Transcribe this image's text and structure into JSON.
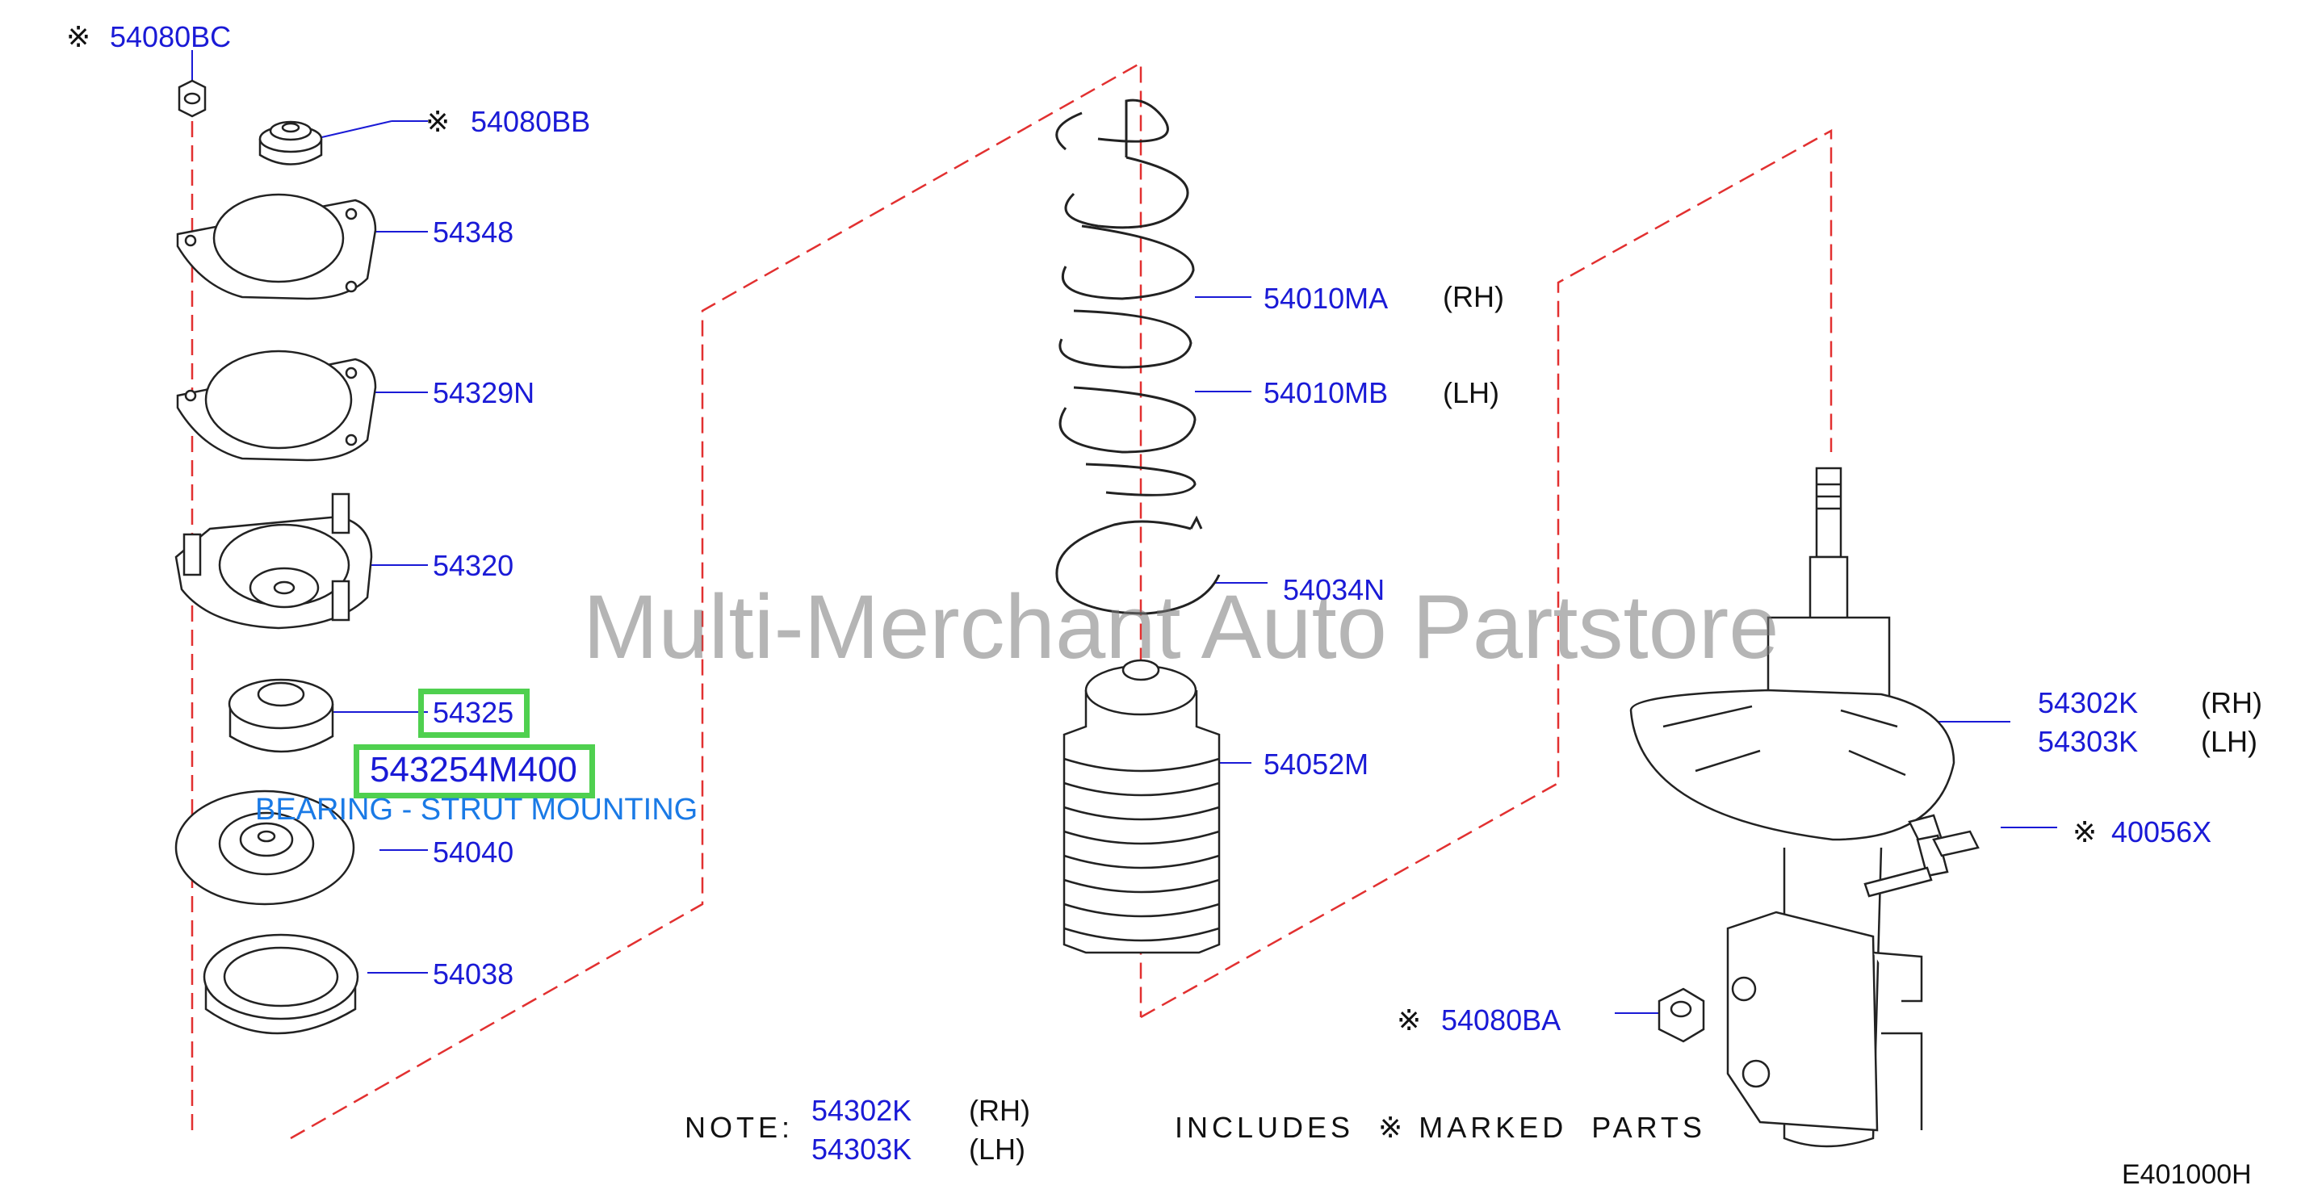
{
  "labels": {
    "l54080BC": "54080BC",
    "l54080BB": "54080BB",
    "l54348": "54348",
    "l54329N": "54329N",
    "l54320": "54320",
    "l54325": "54325",
    "l543254M400": "543254M400",
    "l54040": "54040",
    "l54038": "54038",
    "l54010MA": "54010MA",
    "l54010MB": "54010MB",
    "l54034N": "54034N",
    "l54052M": "54052M",
    "l54302K": "54302K",
    "l54303K": "54303K",
    "l40056X": "40056X",
    "l54080BA": "54080BA",
    "rh": "(RH)",
    "lh": "(LH)"
  },
  "mark": "※",
  "highlight": {
    "part_number": "543254M400",
    "description": "BEARING - STRUT MOUNTING",
    "color": "#4fd04f"
  },
  "note": {
    "prefix": "NOTE:",
    "rh_part": "54302K",
    "lh_part": "54303K",
    "rh": "(RH)",
    "lh": "(LH)",
    "includes": "INCLUDES  ※ MARKED  PARTS"
  },
  "diagram_code": "E401000H",
  "watermark": "Multi-Merchant Auto Partstore",
  "colors": {
    "label": "#1a1ad6",
    "dash": "#e23030",
    "line": "#222222"
  }
}
